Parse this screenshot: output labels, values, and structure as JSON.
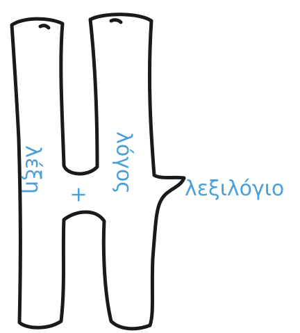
{
  "diagram": {
    "labels": {
      "left_word": "λέξη",
      "plus_sign": "+",
      "middle_word": "λόγος",
      "result_word": "λεξιλόγιο"
    },
    "colors": {
      "outline": "#1a1a1a",
      "label": "#4a9fd8",
      "background": "#ffffff"
    }
  }
}
